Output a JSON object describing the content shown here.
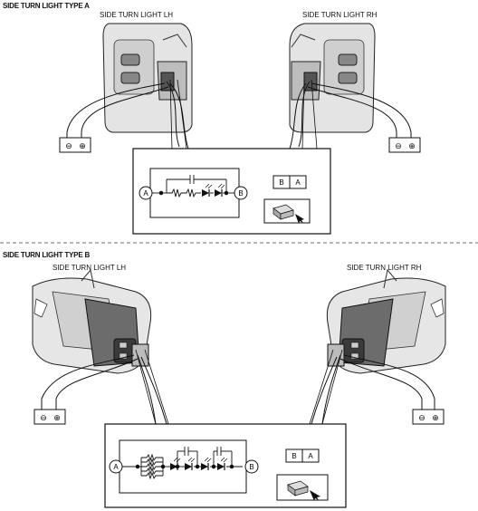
{
  "type_a": {
    "title": "SIDE TURN LIGHT TYPE A",
    "left_caption": "SIDE TURN LIGHT LH",
    "right_caption": "SIDE TURN LIGHT RH",
    "terminals": {
      "a": "A",
      "b": "B"
    },
    "connector_terminals": [
      "B",
      "A"
    ]
  },
  "type_b": {
    "title": "SIDE TURN LIGHT TYPE B",
    "left_caption": "SIDE TURN LIGHT LH",
    "right_caption": "SIDE TURN LIGHT RH",
    "terminals": {
      "a": "A",
      "b": "B"
    },
    "connector_terminals": [
      "B",
      "A"
    ]
  },
  "battery": {
    "neg": "⊖",
    "pos": "⊕"
  }
}
